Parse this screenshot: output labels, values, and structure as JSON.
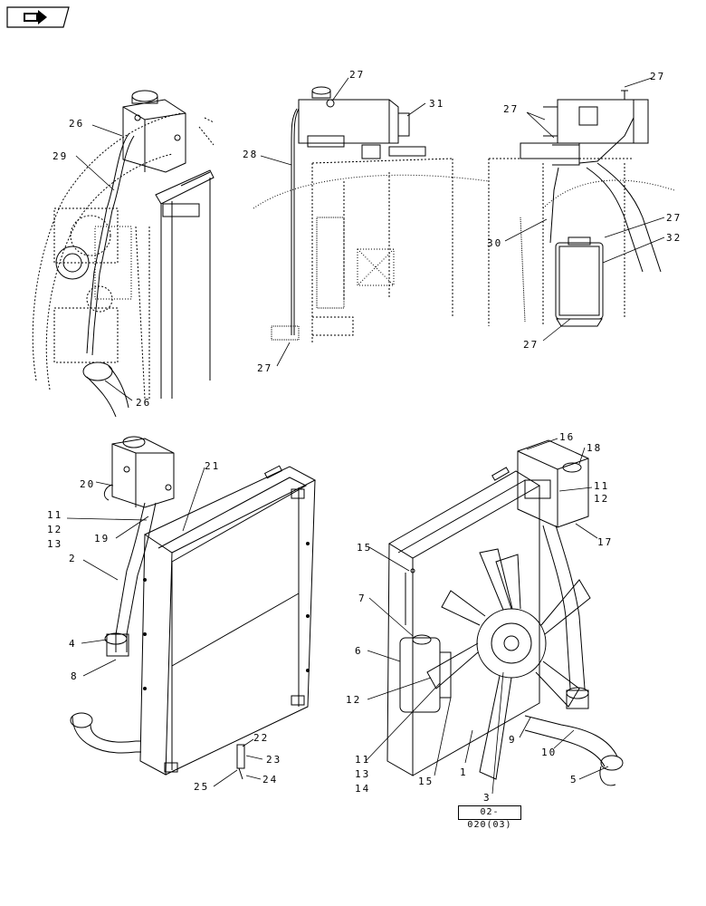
{
  "reference": "02-020(03)",
  "callouts": {
    "c26a": "26",
    "c29": "29",
    "c26b": "26",
    "c27a": "27",
    "c31": "31",
    "c28": "28",
    "c27b": "27",
    "c27c": "27",
    "c27d": "27",
    "c27e": "27",
    "c32": "32",
    "c30": "30",
    "c27f": "27",
    "c20": "20",
    "c21": "21",
    "c11a": "11",
    "c12a": "12",
    "c13a": "13",
    "c19": "19",
    "c2": "2",
    "c4": "4",
    "c8": "8",
    "c22": "22",
    "c23": "23",
    "c24": "24",
    "c25": "25",
    "c16": "16",
    "c18": "18",
    "c11b": "11",
    "c12b": "12",
    "c17": "17",
    "c15a": "15",
    "c7": "7",
    "c6": "6",
    "c12c": "12",
    "c11c": "11",
    "c13b": "13",
    "c14": "14",
    "c15b": "15",
    "c1": "1",
    "c3": "3",
    "c9": "9",
    "c10": "10",
    "c5": "5"
  },
  "icons": {
    "nav": "navigation-arrow-icon"
  }
}
